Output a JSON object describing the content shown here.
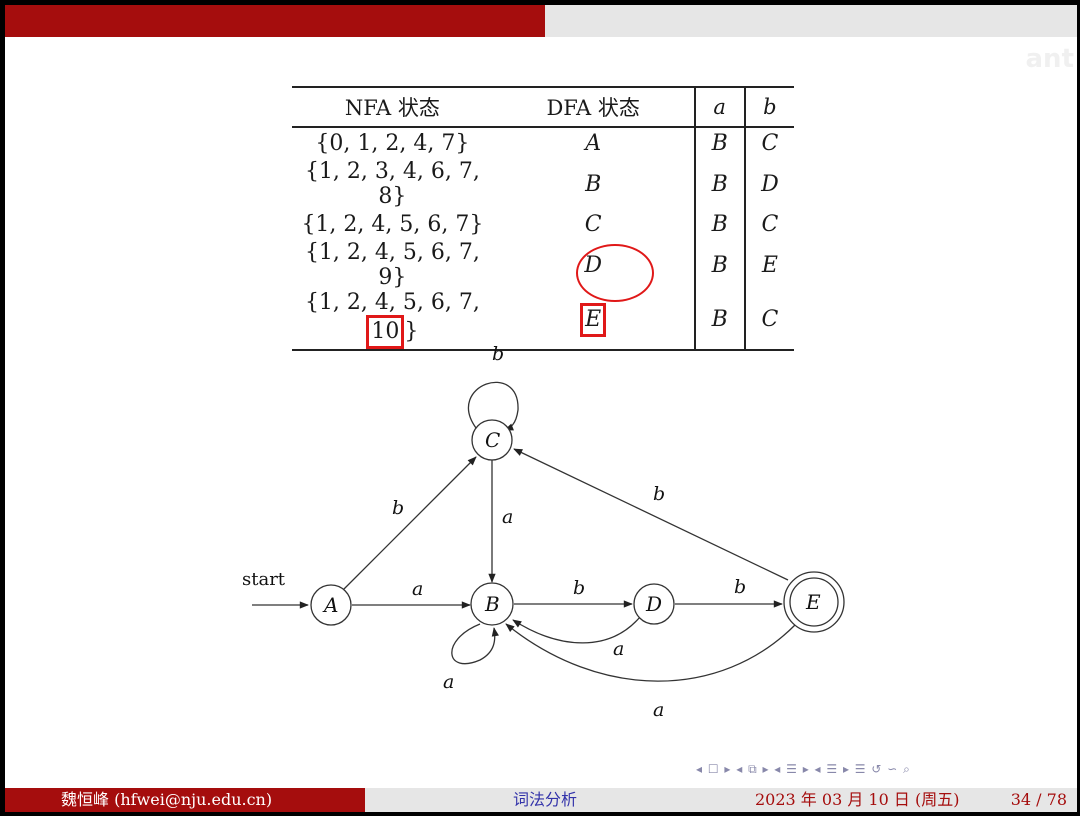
{
  "slide": {
    "ghost_text": "ant"
  },
  "table": {
    "headers": {
      "nfa": "NFA 状态",
      "dfa": "DFA 状态",
      "a": "a",
      "b": "b"
    },
    "rows": [
      {
        "nfa": "{0, 1, 2, 4, 7}",
        "dfa": "A",
        "a": "B",
        "b": "C"
      },
      {
        "nfa": "{1, 2, 3, 4, 6, 7, 8}",
        "dfa": "B",
        "a": "B",
        "b": "D"
      },
      {
        "nfa": "{1, 2, 4, 5, 6, 7}",
        "dfa": "C",
        "a": "B",
        "b": "C"
      },
      {
        "nfa": "{1, 2, 4, 5, 6, 7, 9}",
        "dfa": "D",
        "a": "B",
        "b": "E"
      },
      {
        "nfa_prefix": "{1, 2, 4, 5, 6, 7, ",
        "nfa_highlight": "10",
        "nfa_suffix": "}",
        "dfa": "E",
        "a": "B",
        "b": "C"
      }
    ],
    "highlight_color": "#e01818"
  },
  "diagram": {
    "start_label": "start",
    "states": {
      "A": "A",
      "B": "B",
      "C": "C",
      "D": "D",
      "E": "E"
    },
    "edges": {
      "A_to_B": "a",
      "A_to_C": "b",
      "C_loop": "b",
      "C_to_B": "a",
      "B_loop": "a",
      "B_to_D": "b",
      "D_to_B": "a",
      "D_to_E": "b",
      "E_to_C": "b",
      "E_to_B": "a"
    },
    "accepting_state": "E"
  },
  "nav": {
    "icons": "◂ ☐ ▸  ◂ ⧉ ▸  ◂ ☰ ▸  ◂ ☰ ▸   ☰   ↺ ∽ ⌕"
  },
  "footer": {
    "author": "魏恒峰  (hfwei@nju.edu.cn)",
    "section": "词法分析",
    "date": "2023 年 03 月 10 日 (周五)",
    "page": "34 / 78"
  },
  "colors": {
    "theme_red": "#a50d0d",
    "bar_gray": "#e6e6e6"
  }
}
